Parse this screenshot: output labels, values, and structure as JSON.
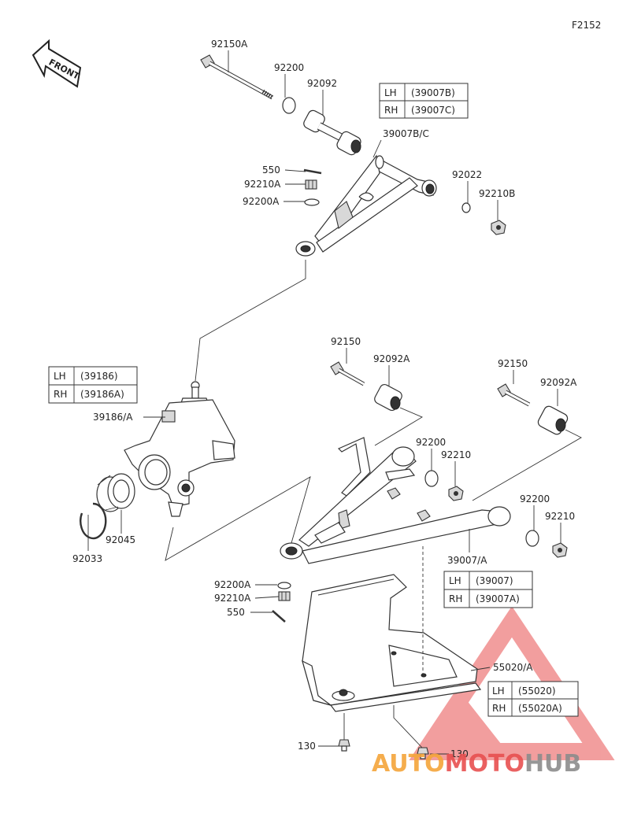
{
  "figure_code": "F2152",
  "front_label": "FRONT",
  "callouts": {
    "p92150A": "92150A",
    "p92200_top": "92200",
    "p92092_top": "92092",
    "p39007BC": "39007B/C",
    "p550_top": "550",
    "p92210A_top": "92210A",
    "p92200A_top": "92200A",
    "p92022": "92022",
    "p92210B": "92210B",
    "p92150_l": "92150",
    "p92092A_l": "92092A",
    "p92150_r": "92150",
    "p92092A_r": "92092A",
    "p39186A": "39186/A",
    "p92200_m": "92200",
    "p92210_m": "92210",
    "p92200_r": "92200",
    "p92210_r": "92210",
    "p92033": "92033",
    "p92045": "92045",
    "p39007A": "39007/A",
    "p92200A_b": "92200A",
    "p92210A_b": "92210A",
    "p550_b": "550",
    "p55020A": "55020/A",
    "p130_l": "130",
    "p130_r": "130"
  },
  "tables": {
    "upper_arm": [
      {
        "side": "LH",
        "part": "(39007B)"
      },
      {
        "side": "RH",
        "part": "(39007C)"
      }
    ],
    "knuckle": [
      {
        "side": "LH",
        "part": "(39186)"
      },
      {
        "side": "RH",
        "part": "(39186A)"
      }
    ],
    "lower_arm": [
      {
        "side": "LH",
        "part": "(39007)"
      },
      {
        "side": "RH",
        "part": "(39007A)"
      }
    ],
    "guard": [
      {
        "side": "LH",
        "part": "(55020)"
      },
      {
        "side": "RH",
        "part": "(55020A)"
      }
    ]
  },
  "watermark": {
    "part1": "AUTO",
    "part2": "MOTO",
    "part3": "HUB",
    "color_orange": "#f5a53a",
    "color_red": "#e85050",
    "color_grey": "#8c8c8c"
  }
}
